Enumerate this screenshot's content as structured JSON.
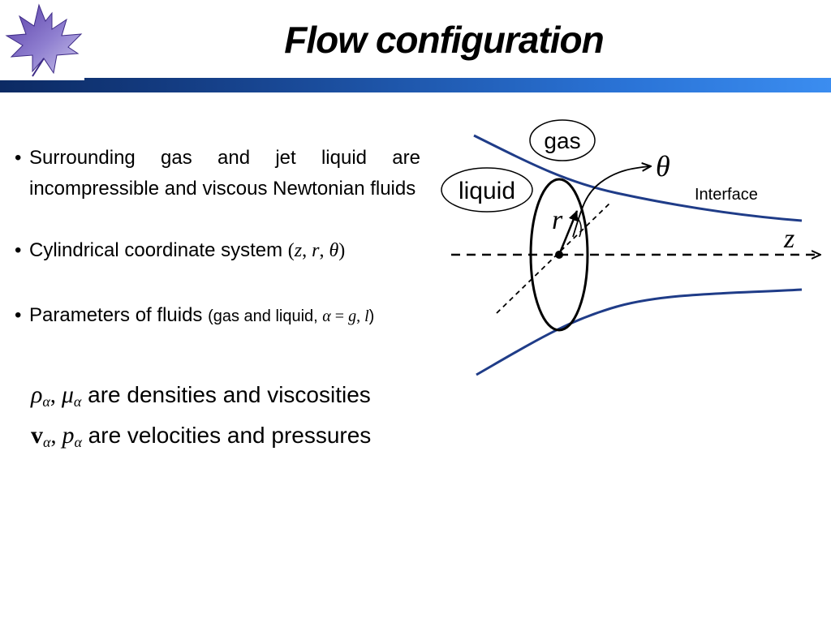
{
  "title": "Flow configuration",
  "bullets": [
    {
      "text": "Surrounding gas and jet liquid are incompressible and viscous Newtonian fluids"
    },
    {
      "text": "Cylindrical coordinate system ",
      "math_open": "(",
      "math_z": "z",
      "sep1": ", ",
      "math_r": "r",
      "sep2": ",  ",
      "math_theta": "θ",
      "math_close": ")"
    },
    {
      "text": "Parameters of fluids ",
      "small_open": "(gas and liquid, ",
      "alpha": "α",
      "eq": " = ",
      "g": "g",
      "sep": ", ",
      "l": "l",
      "small_close": ")"
    }
  ],
  "params": {
    "line1_sym1": "ρ",
    "line1_sub1": "α",
    "line1_sep": ", ",
    "line1_sym2": "μ",
    "line1_sub2": "α",
    "line1_text": " are densities and viscosities",
    "line2_sym1": "v",
    "line2_sub1": "α",
    "line2_sep": ", ",
    "line2_sym2": "p",
    "line2_sub2": "α",
    "line2_text": " are velocities and pressures"
  },
  "diagram": {
    "gas_label": "gas",
    "liquid_label": "liquid",
    "theta_label": "θ",
    "r_label": "r",
    "z_label": "z",
    "interface_label": "Interface",
    "interface_color": "#1f3c88"
  }
}
